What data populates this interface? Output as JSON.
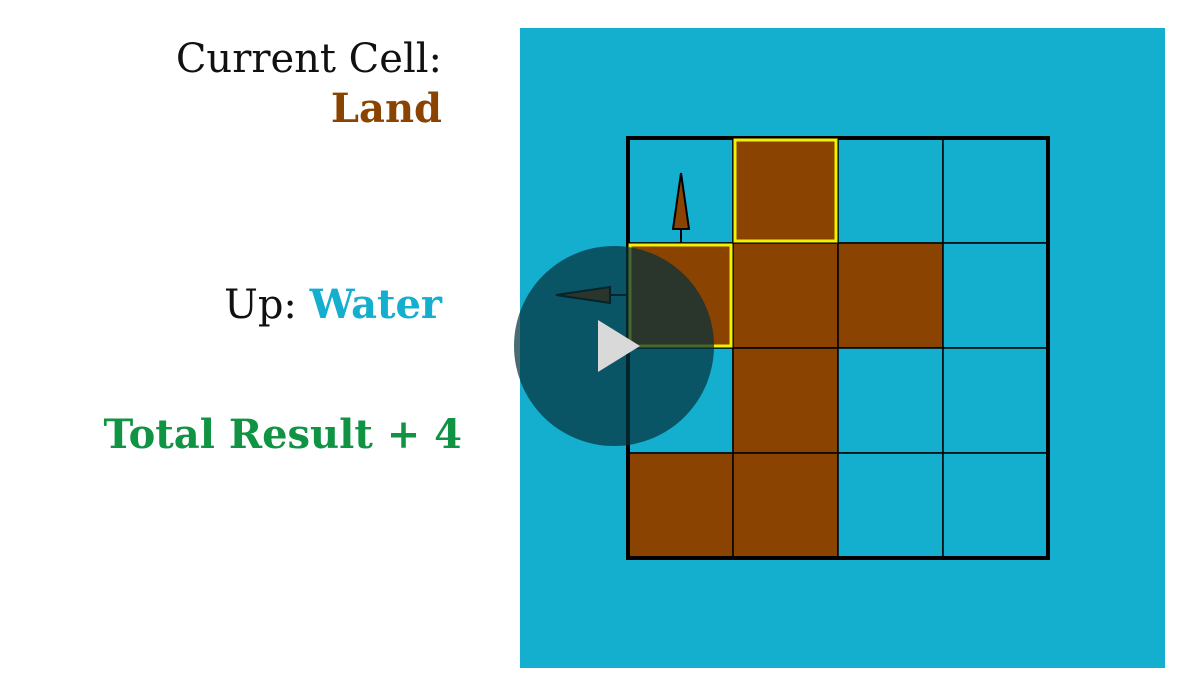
{
  "colors": {
    "water": "#14AECF",
    "land": "#8A4300",
    "highlight": "#F2F200",
    "result": "#119344",
    "grid_line": "#000000",
    "overlay": "#05323C"
  },
  "info": {
    "current_label": "Current Cell:",
    "current_value": "Land",
    "direction_label": "Up:",
    "direction_value": "Water",
    "total_text": "Total Result + 4"
  },
  "grid": {
    "rows": 4,
    "cols": 4,
    "cells": [
      [
        "water",
        "land",
        "water",
        "water"
      ],
      [
        "land",
        "land",
        "land",
        "water"
      ],
      [
        "water",
        "land",
        "water",
        "water"
      ],
      [
        "land",
        "land",
        "water",
        "water"
      ]
    ],
    "highlighted": [
      [
        0,
        1
      ],
      [
        1,
        0
      ]
    ],
    "current_cell": [
      1,
      0
    ],
    "arrows": [
      "up",
      "left"
    ]
  },
  "player": {
    "play_icon": "play-icon"
  }
}
